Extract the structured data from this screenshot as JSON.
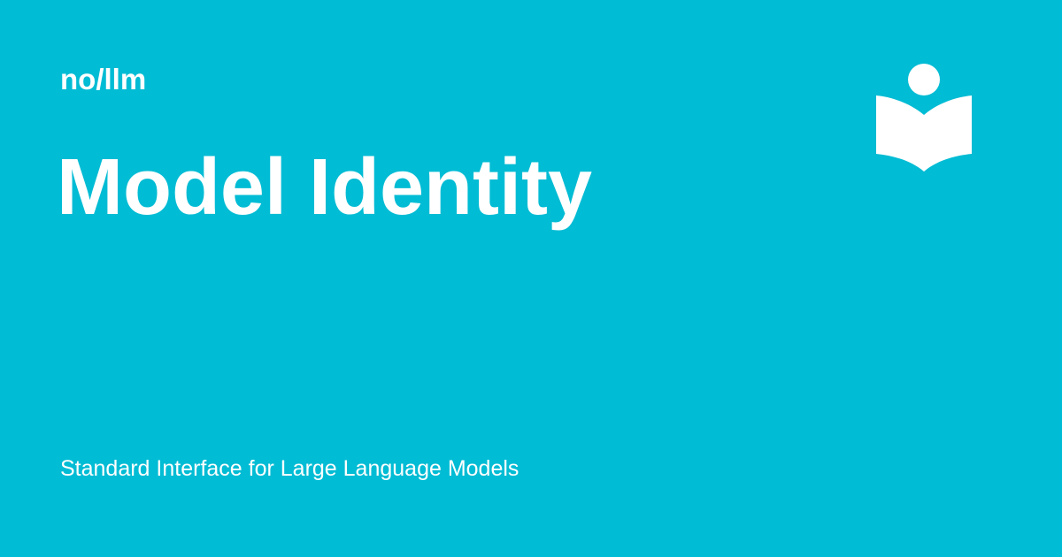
{
  "colors": {
    "background": "#00bcd4",
    "foreground": "#ffffff"
  },
  "header": {
    "site_name": "no/llm"
  },
  "main": {
    "title": "Model Identity"
  },
  "footer": {
    "description": "Standard Interface for Large Language Models"
  },
  "logo": {
    "icon": "reader-book-icon"
  }
}
